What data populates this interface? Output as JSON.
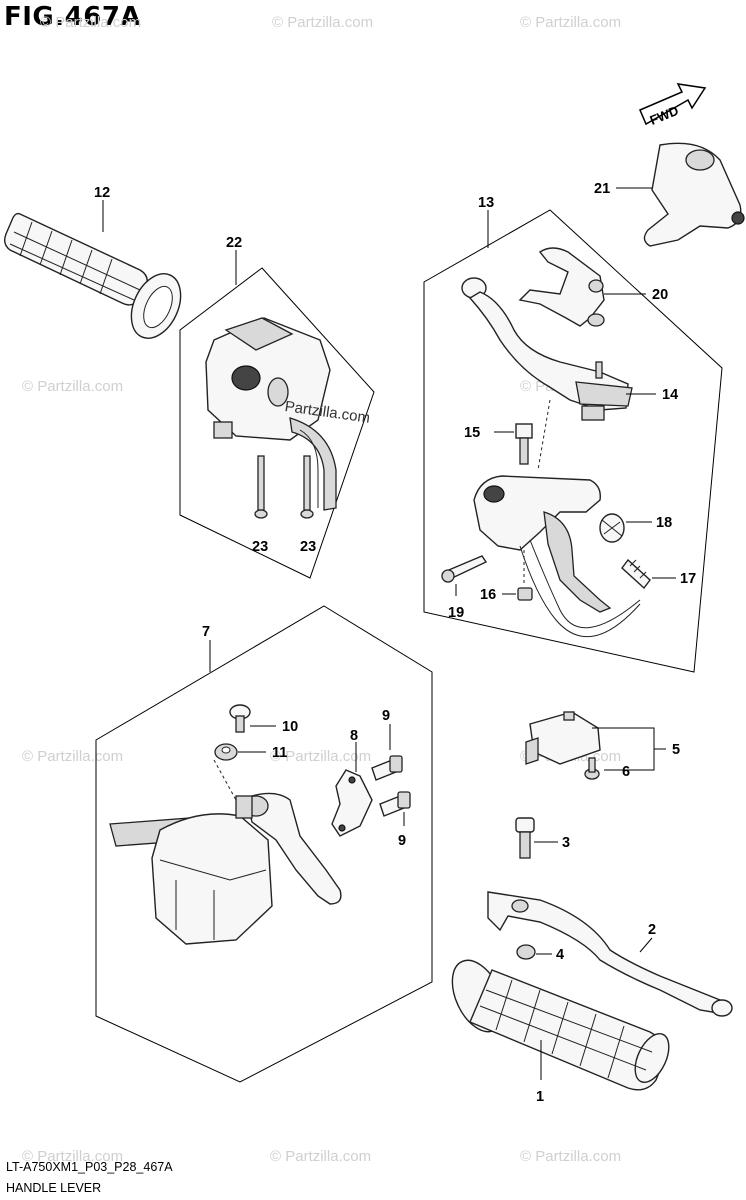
{
  "figure": {
    "title": "FIG.467A",
    "model_code": "LT-A750XM1_P03_P28_467A",
    "section_name": "HANDLE LEVER",
    "fwd_arrow_label": "FWD",
    "watermark": "© Partzilla.com",
    "inline_watermark": "Partzilla.com"
  },
  "callouts": {
    "c1": "1",
    "c2": "2",
    "c3": "3",
    "c4": "4",
    "c5": "5",
    "c6": "6",
    "c7": "7",
    "c8": "8",
    "c9a": "9",
    "c9b": "9",
    "c10": "10",
    "c11": "11",
    "c12": "12",
    "c13": "13",
    "c14": "14",
    "c15": "15",
    "c16": "16",
    "c17": "17",
    "c18": "18",
    "c19": "19",
    "c20": "20",
    "c21": "21",
    "c22": "22",
    "c23a": "23",
    "c23b": "23"
  }
}
